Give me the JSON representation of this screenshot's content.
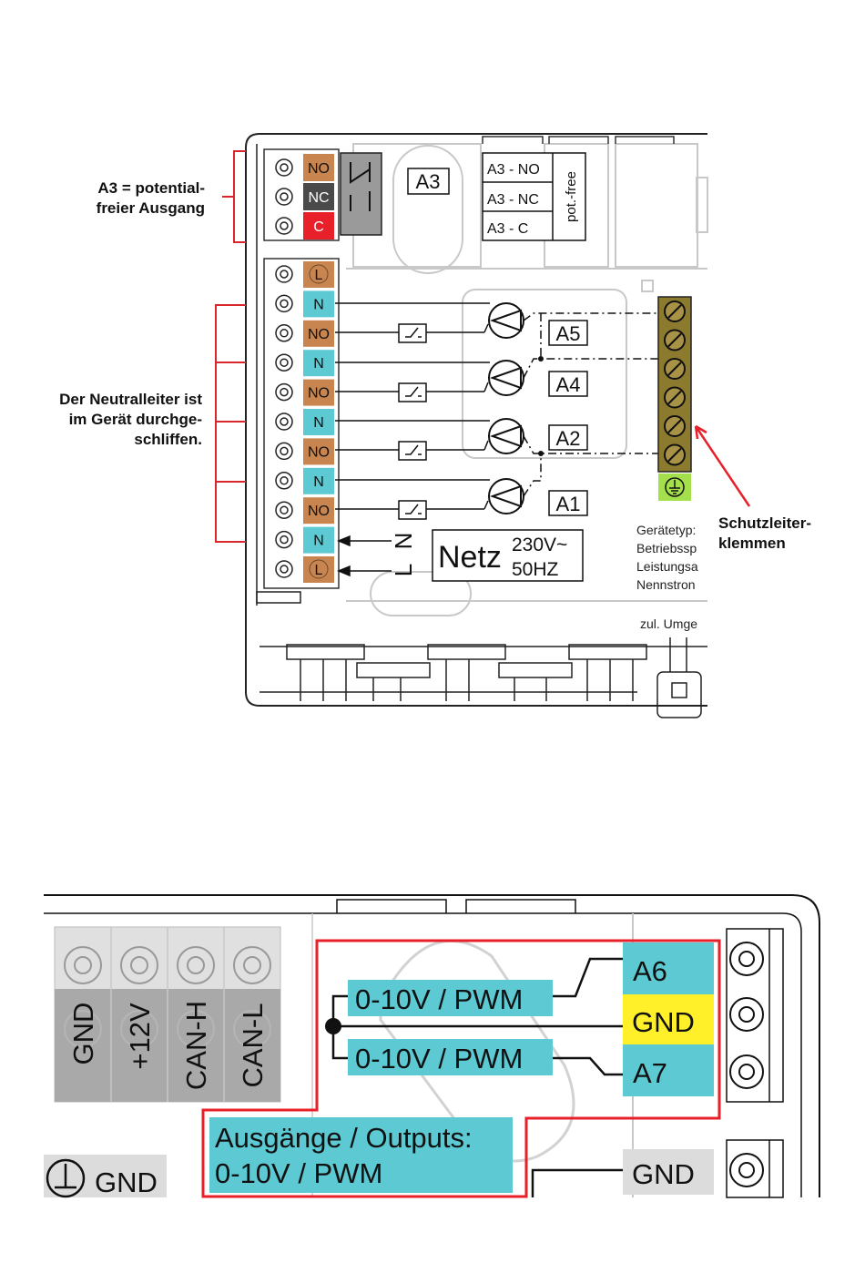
{
  "annotations": {
    "a3_line1": "A3 = potential-",
    "a3_line2": "freier Ausgang",
    "neutral_line1": "Der Neutralleiter ist",
    "neutral_line2": "im Gerät durchge-",
    "neutral_line3": "schliffen.",
    "earth_line1": "Schutzleiter-",
    "earth_line2": "klemmen"
  },
  "relay": {
    "label": "A3",
    "contacts": [
      "A3 - NO",
      "A3 - NC",
      "A3 - C"
    ],
    "side_label": "pot.-free",
    "terminals": [
      "NO",
      "NC",
      "C"
    ]
  },
  "terminal_strip": [
    "L",
    "N",
    "NO",
    "N",
    "NO",
    "N",
    "NO",
    "N",
    "NO",
    "N",
    "L"
  ],
  "outputs": [
    "A5",
    "A4",
    "A2",
    "A1"
  ],
  "mains": {
    "n": "N",
    "l": "L",
    "label": "Netz",
    "voltage": "230V~",
    "frequency": "50HZ"
  },
  "ratings_text": [
    "Gerätetyp:",
    "Betriebssp",
    "Leistungsa",
    "Nennstron",
    "zul. Umge"
  ],
  "bus": {
    "terminals": [
      "GND",
      "+12V",
      "CAN-H",
      "CAN-L"
    ],
    "ground_label": "GND"
  },
  "analog": {
    "signal1": "0-10V / PWM",
    "signal2": "0-10V / PWM",
    "out_a6": "A6",
    "out_gnd": "GND",
    "out_a7": "A7",
    "gnd_lower": "GND",
    "caption_line1": "Ausgänge / Outputs:",
    "caption_line2": "0-10V / PWM"
  },
  "colors": {
    "brown": "#c8854f",
    "blue": "#5cc9d3",
    "dark_gray": "#4a4a4a",
    "red": "#e8202a",
    "annotation_red": "#d8262c",
    "ground_olive": "#8c7a2e",
    "earth_green": "#a4e04c",
    "highlight_yellow": "#fff02a",
    "terminal_gray": "#a9a9a9",
    "light_gray": "#dcdcdc"
  }
}
